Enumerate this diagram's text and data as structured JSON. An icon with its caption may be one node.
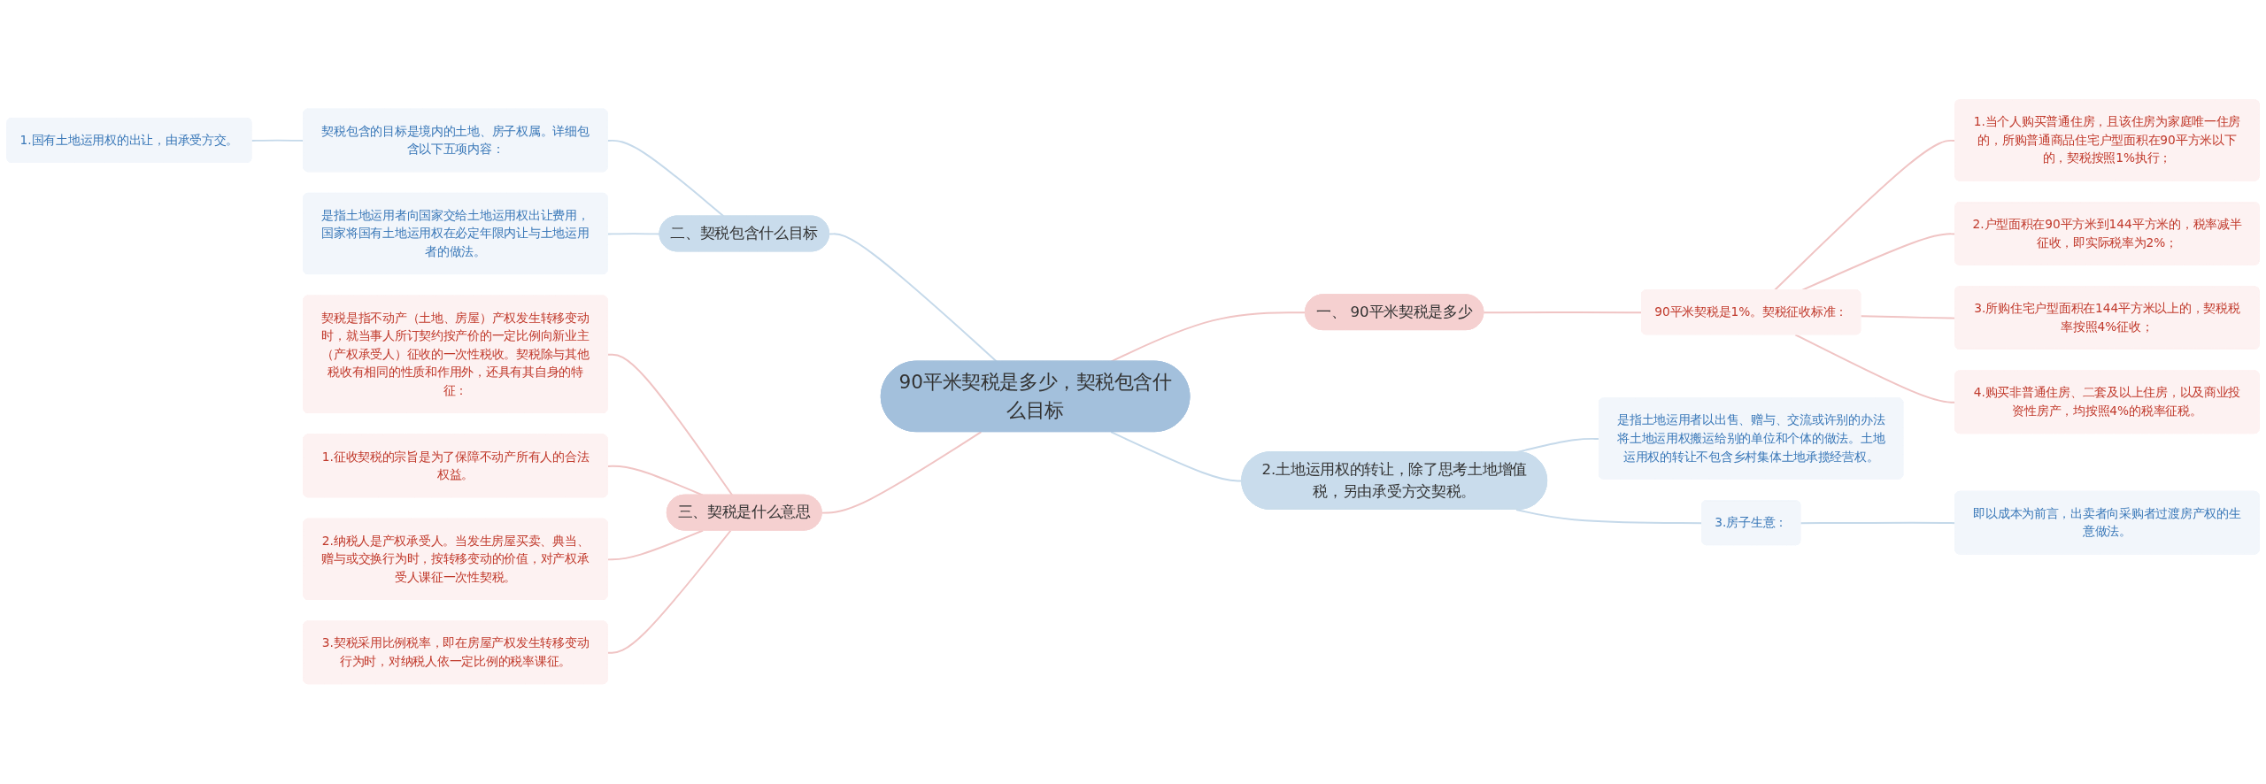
{
  "diagram": {
    "nodes": [
      {
        "text": [
          "90平米契税是多少，契税包含什么目标"
        ]
      },
      {
        "text": [
          "一、 90平米契税是多少"
        ]
      },
      {
        "text": [
          "90平米契税是1%。契税征收标准："
        ]
      },
      {
        "text": [
          "1.当个人购买普通住房，且该住房为家庭唯一住房的，所购普通商品住宅户型面积在90平方米以下的，契税按照1%执行；"
        ]
      },
      {
        "text": [
          "2.户型面积在90平方米到144平方米的，税率减半征收，即实际税率为2%；"
        ]
      },
      {
        "text": [
          "3.所购住宅户型面积在144平方米以上的，契税税率按照4%征收；"
        ]
      },
      {
        "text": [
          "4.购买非普通住房、二套及以上住房，以及商业投资性房产，均按照4%的税率征税。"
        ]
      },
      {
        "text": [
          "二、契税包含什么目标"
        ]
      },
      {
        "text": [
          "契税包含的目标是境内的土地、房子权属。详细包含以下五项内容："
        ]
      },
      {
        "text": [
          "1.国有土地运用权的出让，由承受方交。"
        ]
      },
      {
        "text": [
          "是指土地运用者向国家交给土地运用权出让费用，国家将国有土地运用权在必定年限内让与土地运用者的做法。"
        ]
      },
      {
        "text": [
          "三、契税是什么意思"
        ]
      },
      {
        "text": [
          "契税是指不动产（土地、房屋）产权发生转移变动时，就当事人所订契约按产价的一定比例向新业主（产权承受人）征收的一次性税收。契税除与其他税收有相同的性质和作用外，还具有其自身的特征："
        ]
      },
      {
        "text": [
          "1.征收契税的宗旨是为了保障不动产所有人的合法权益。"
        ]
      },
      {
        "text": [
          "2.纳税人是产权承受人。当发生房屋买卖、典当、赠与或交换行为时，按转移变动的价值，对产权承受人课征一次性契税。"
        ]
      },
      {
        "text": [
          "3.契税采用比例税率，即在房屋产权发生转移变动行为时，对纳税人依一定比例的税率课征。"
        ]
      },
      {
        "text": [
          "2.土地运用权的转让，除了思考土地增值税，另由承受方交契税。"
        ]
      },
      {
        "text": [
          "是指土地运用者以出售、赠与、交流或许别的办法将土地运用权搬运给别的单位和个体的做法。土地运用权的转让不包含乡村集体土地承揽经营权。"
        ]
      },
      {
        "text": [
          "3.房子生意："
        ]
      },
      {
        "text": [
          "即以成本为前言，出卖者向采购者过渡房产权的生意做法。"
        ]
      }
    ],
    "edges": [
      {
        "from": 0,
        "to": 1,
        "arrow": "none"
      },
      {
        "from": 1,
        "to": 2,
        "arrow": "none"
      },
      {
        "from": 2,
        "to": 3,
        "arrow": "none"
      },
      {
        "from": 2,
        "to": 4,
        "arrow": "none"
      },
      {
        "from": 2,
        "to": 5,
        "arrow": "none"
      },
      {
        "from": 2,
        "to": 6,
        "arrow": "none"
      },
      {
        "from": 0,
        "to": 7,
        "arrow": "none",
        "color": "#c5d9ea"
      },
      {
        "from": 7,
        "to": 8,
        "arrow": "none",
        "color": "#c5d9ea"
      },
      {
        "from": 8,
        "to": 9,
        "arrow": "none",
        "color": "#c5d9ea"
      },
      {
        "from": 7,
        "to": 10,
        "arrow": "none",
        "color": "#c5d9ea"
      },
      {
        "from": 0,
        "to": 11,
        "arrow": "none"
      },
      {
        "from": 11,
        "to": 12,
        "arrow": "none"
      },
      {
        "from": 11,
        "to": 13,
        "arrow": "none"
      },
      {
        "from": 11,
        "to": 14,
        "arrow": "none"
      },
      {
        "from": 11,
        "to": 15,
        "arrow": "none"
      },
      {
        "from": 0,
        "to": 16,
        "arrow": "none",
        "color": "#c5d9ea"
      },
      {
        "from": 16,
        "to": 17,
        "arrow": "none",
        "color": "#c5d9ea"
      },
      {
        "from": 16,
        "to": 18,
        "arrow": "none",
        "color": "#c5d9ea"
      },
      {
        "from": 18,
        "to": 19,
        "arrow": "none",
        "color": "#c5d9ea"
      }
    ]
  }
}
